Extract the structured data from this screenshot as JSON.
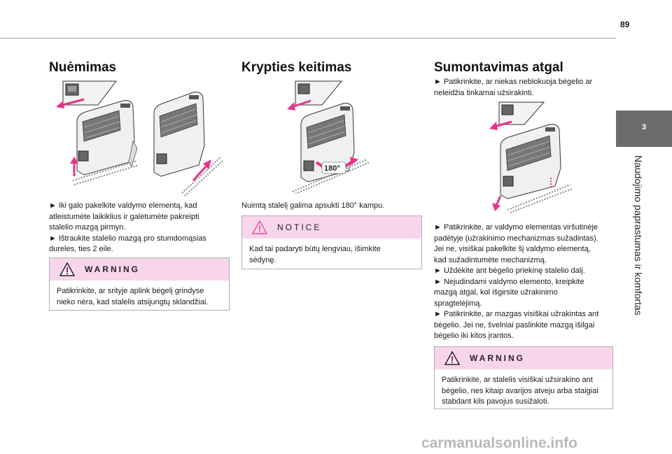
{
  "page": {
    "number": "89"
  },
  "side_tab": {
    "chapter_number": "3",
    "chapter_title": "Naudojimo paprastumas ir komfortas"
  },
  "col1": {
    "title": "Nuėmimas",
    "text_lines": [
      "►  Iki galo pakelkite valdymo elementą, kad",
      "atleistumėte laikiklius ir galėtumėte pakreipti",
      "stalelio mazgą pirmyn.",
      "►  Ištraukite stalelio mazgą pro stumdomąsias",
      "dureles, ties 2 eile."
    ],
    "warning": {
      "label": "WARNING",
      "lines": [
        "Patikrinkite, ar srityje aplink bėgelį grindyse",
        "nieko nėra, kad stalelis atsijungtų sklandžiai."
      ]
    }
  },
  "col2": {
    "title": "Krypties keitimas",
    "illustration_label": "180°",
    "text_lines": [
      "Nuimtą stalelį galima apsukti 180° kampu."
    ],
    "notice": {
      "label": "NOTICE",
      "lines": [
        "Kad tai padaryti būtų lengviau, išimkite",
        "sėdynę."
      ]
    }
  },
  "col3": {
    "title": "Sumontavimas atgal",
    "intro_lines": [
      "►  Patikrinkite, ar niekas neblokuoja bėgelio ar",
      "neleidžia tinkamai užsirakinti."
    ],
    "text_lines": [
      "►  Patikrinkite, ar valdymo elementas viršutinėje",
      "padėtyje (užrakinimo mechanizmas sužadintas).",
      "Jei ne, visiškai pakelkite šį valdymo elementą,",
      "kad sužadintumėte mechanizmą.",
      "►  Uždėkite ant bėgelio priekinę stalelio dalį.",
      "►  Nejudindami valdymo elemento, kreipkite",
      "mazgą atgal, kol išgirsite užrakinimo",
      "spragtelėjimą.",
      "►  Patikrinkite, ar mazgas visiškai užrakintas ant",
      "bėgelio. Jei ne, švelniai paslinkite mazgą išilgai",
      "bėgelio iki kitos įrantos."
    ],
    "warning": {
      "label": "WARNING",
      "lines": [
        "Patikrinkite, ar stalelis visiškai užsirakino ant",
        "bėgelio, nes kitaip avarijos atveju arba staigiai",
        "stabdant kils pavojus susižaloti."
      ]
    }
  },
  "watermark": "carmanualsonline.info",
  "colors": {
    "accent_pink": "#f9d5ec",
    "arrow_pink": "#e8338a",
    "tab_gray": "#6c6c6c"
  }
}
